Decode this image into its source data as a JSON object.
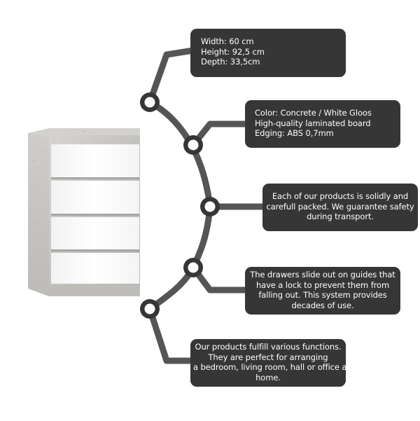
{
  "callouts": [
    {
      "lines": [
        "Width: 60 cm",
        "Height: 92,5 cm",
        "Depth: 33,5cm"
      ]
    },
    {
      "lines": [
        "Color: Concrete / White Gloos",
        "High-quality laminated board",
        "Edging: ABS 0,7mm"
      ]
    },
    {
      "lines": [
        "Each of our products is solidly and",
        "carefull packed. We guarantee safety",
        "during transport."
      ]
    },
    {
      "lines": [
        "The drawers slide out on guides that",
        "have a lock to prevent them from",
        "falling out. This system provides",
        "decades of use."
      ]
    },
    {
      "lines": [
        "Our products fulfill various functions.",
        "They are perfect for arranging",
        "a bedroom, living room, hall or office at",
        "home."
      ]
    }
  ],
  "colors": {
    "bubble": "#363636",
    "connector": "#555555",
    "node_ring": "#363636",
    "node_fill": "#ffffff",
    "concrete": "#c9c7c3",
    "gloss_white": "#ffffff"
  },
  "icons": {
    "node": "connector-node-icon"
  }
}
